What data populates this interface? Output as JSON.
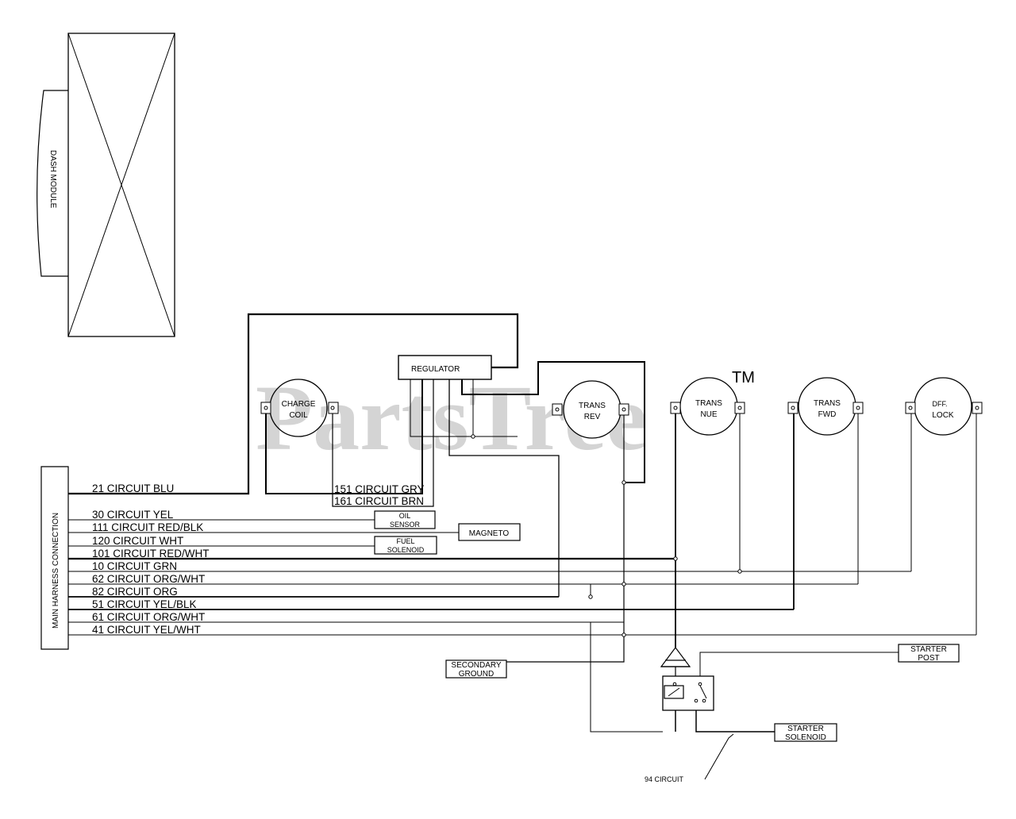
{
  "watermark": {
    "brand": "PartsTree",
    "tm": "TM"
  },
  "dash_module": {
    "label": "DASH MODULE"
  },
  "main_harness": {
    "label": "MAIN HARNESS CONNECTION"
  },
  "circuits": [
    "21 CIRCUIT BLU",
    "30 CIRCUIT YEL",
    "111 CIRCUIT RED/BLK",
    "120 CIRCUIT WHT",
    "101 CIRCUIT RED/WHT",
    "10 CIRCUIT GRN",
    "62 CIRCUIT ORG/WHT",
    "82 CIRCUIT ORG",
    "51 CIRCUIT YEL/BLK",
    "61 CIRCUIT ORG/WHT",
    "41 CIRCUIT YEL/WHT"
  ],
  "regulator_circuits": [
    "151 CIRCUIT GRY",
    "161 CIRCUIT BRN"
  ],
  "components": {
    "regulator": "REGULATOR",
    "charge_coil": [
      "CHARGE",
      "COIL"
    ],
    "trans_rev": [
      "TRANS",
      "REV"
    ],
    "trans_nue": [
      "TRANS",
      "NUE"
    ],
    "trans_fwd": [
      "TRANS",
      "FWD"
    ],
    "diff_lock": [
      "DFF.",
      "LOCK"
    ],
    "oil_sensor": [
      "OIL",
      "SENSOR"
    ],
    "magneto": "MAGNETO",
    "fuel_solenoid": [
      "FUEL",
      "SOLENOID"
    ],
    "secondary_ground": [
      "SECONDARY",
      "GROUND"
    ],
    "starter_post": [
      "STARTER",
      "POST"
    ],
    "starter_solenoid": [
      "STARTER",
      "SOLENOID"
    ],
    "circuit_94": "94 CIRCUIT"
  }
}
